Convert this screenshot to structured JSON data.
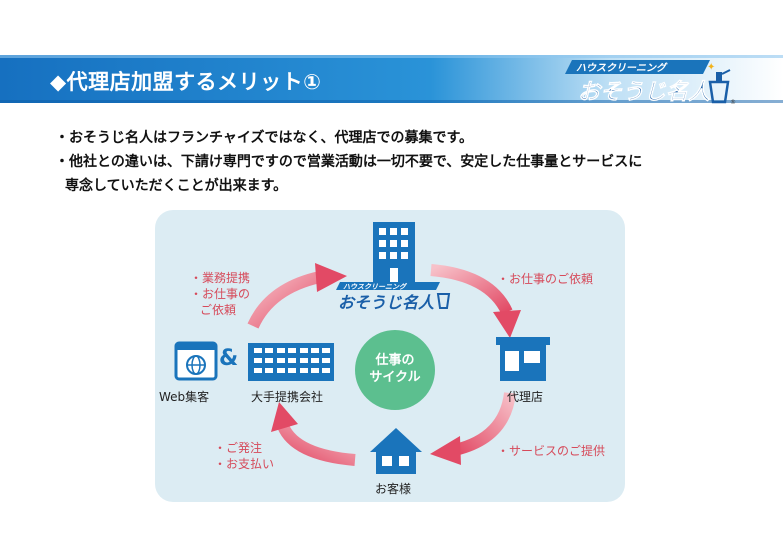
{
  "header": {
    "title": "◆代理店加盟するメリット①",
    "logo_small": "ハウスクリーニング",
    "logo_big": "おそうじ名人"
  },
  "bullets": [
    "・おそうじ名人はフランチャイズではなく、代理店での募集です。",
    "・他社との違いは、下請け専門ですので営業活動は一切不要で、安定した仕事量とサービスに",
    "専念していただくことが出来ます。"
  ],
  "diagram": {
    "center": [
      "仕事の",
      "サイクル"
    ],
    "nodes": {
      "web": "Web集客",
      "amp": "&",
      "partner": "大手提携会社",
      "agency": "代理店",
      "customer": "お客様",
      "logo_small": "ハウスクリーニング",
      "logo_big": "おそうじ名人"
    },
    "arrows": {
      "top_left": [
        "・業務提携",
        "・お仕事の",
        "ご依頼"
      ],
      "top_right": "・お仕事のご依頼",
      "bottom_right": "・サービスのご提供",
      "bottom_left": [
        "・ご発注",
        "・お支払い"
      ]
    }
  },
  "colors": {
    "banner": "#1478c8",
    "icon_blue": "#1a74bb",
    "arrow": "#e4506a",
    "center_circle": "#5cbf8f",
    "panel": "#dcecf3"
  }
}
